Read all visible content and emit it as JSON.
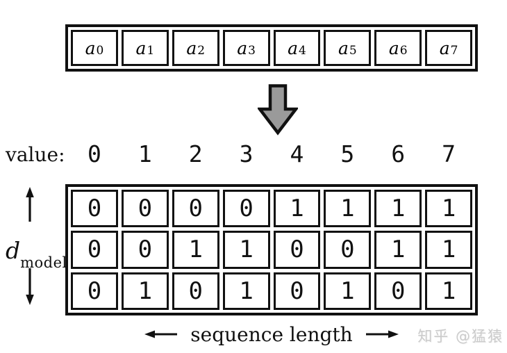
{
  "colors": {
    "border": "#111111",
    "arrow_fill": "#9a9a9a",
    "watermark_gray": "#cbcbcb",
    "background": "#ffffff"
  },
  "top_row": {
    "cells": [
      {
        "base": "a",
        "sub": "0"
      },
      {
        "base": "a",
        "sub": "1"
      },
      {
        "base": "a",
        "sub": "2"
      },
      {
        "base": "a",
        "sub": "3"
      },
      {
        "base": "a",
        "sub": "4"
      },
      {
        "base": "a",
        "sub": "5"
      },
      {
        "base": "a",
        "sub": "6"
      },
      {
        "base": "a",
        "sub": "7"
      }
    ]
  },
  "value_row": {
    "label": "value:",
    "values": [
      "0",
      "1",
      "2",
      "3",
      "4",
      "5",
      "6",
      "7"
    ]
  },
  "matrix": {
    "rows": [
      [
        "0",
        "0",
        "0",
        "0",
        "1",
        "1",
        "1",
        "1"
      ],
      [
        "0",
        "0",
        "1",
        "1",
        "0",
        "0",
        "1",
        "1"
      ],
      [
        "0",
        "1",
        "0",
        "1",
        "0",
        "1",
        "0",
        "1"
      ]
    ]
  },
  "left_axis": {
    "label_base": "d",
    "label_sub": "model"
  },
  "bottom_axis": {
    "label": "sequence length"
  },
  "watermark": {
    "text": "知乎 @猛猿"
  }
}
